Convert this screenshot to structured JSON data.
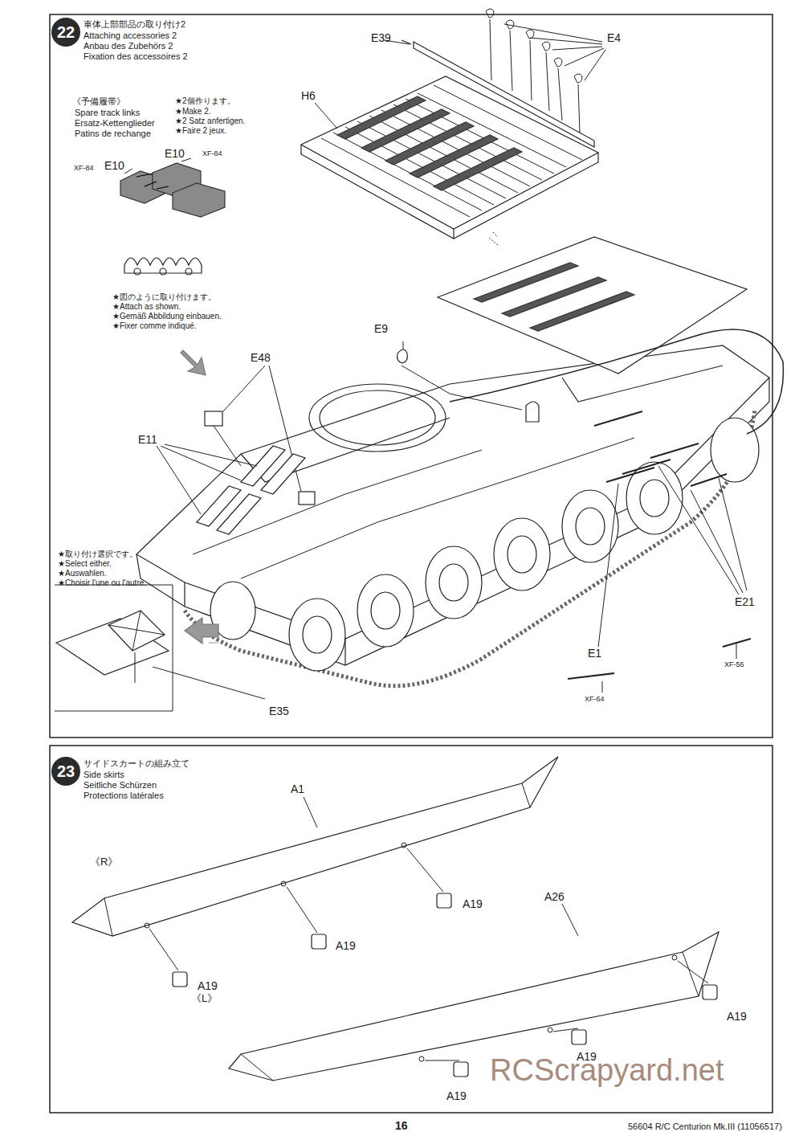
{
  "diagram": {
    "nodes": [
      {
        "text": [
          "22"
        ]
      },
      {
        "text": [
          "23"
        ]
      }
    ],
    "labels": [
      "車体上部部品の取り付け2",
      "Attaching accessories 2",
      "Anbau des Zubehörs 2",
      "Fixation des accessoires 2",
      "《予備履帯》",
      "Spare track links",
      "Ersatz-Kettenglieder",
      "Patins de rechange",
      "★2個作ります。",
      "★Make 2.",
      "★2 Satz anfertigen.",
      "★Faire 2 jeux.",
      "XF-84",
      "E10",
      "E10",
      "XF-84",
      "★図のように取り付けます。",
      "★Attach as shown.",
      "★Gemäß Abbildung einbauen.",
      "★Fixer comme indiqué.",
      "E39",
      "E4",
      "H6",
      "E9",
      "E48",
      "E11",
      "★取り付け選択です。",
      "★Select either.",
      "★Auswahlen.",
      "★Choisir l'une ou l'autre.",
      "E35",
      "E21",
      "XF-56",
      "E1",
      "XF-64",
      "サイドスカートの組み立て",
      "Side skirts",
      "Seitliche Schürzen",
      "Protections latérales",
      "A1",
      "《R》",
      "A19",
      "A19",
      "A19",
      "A26",
      "《L》",
      "A19",
      "A19",
      "A19",
      "16",
      "56604 R/C Centurion Mk.III (11056517)",
      "RCScrapyard.net"
    ]
  }
}
